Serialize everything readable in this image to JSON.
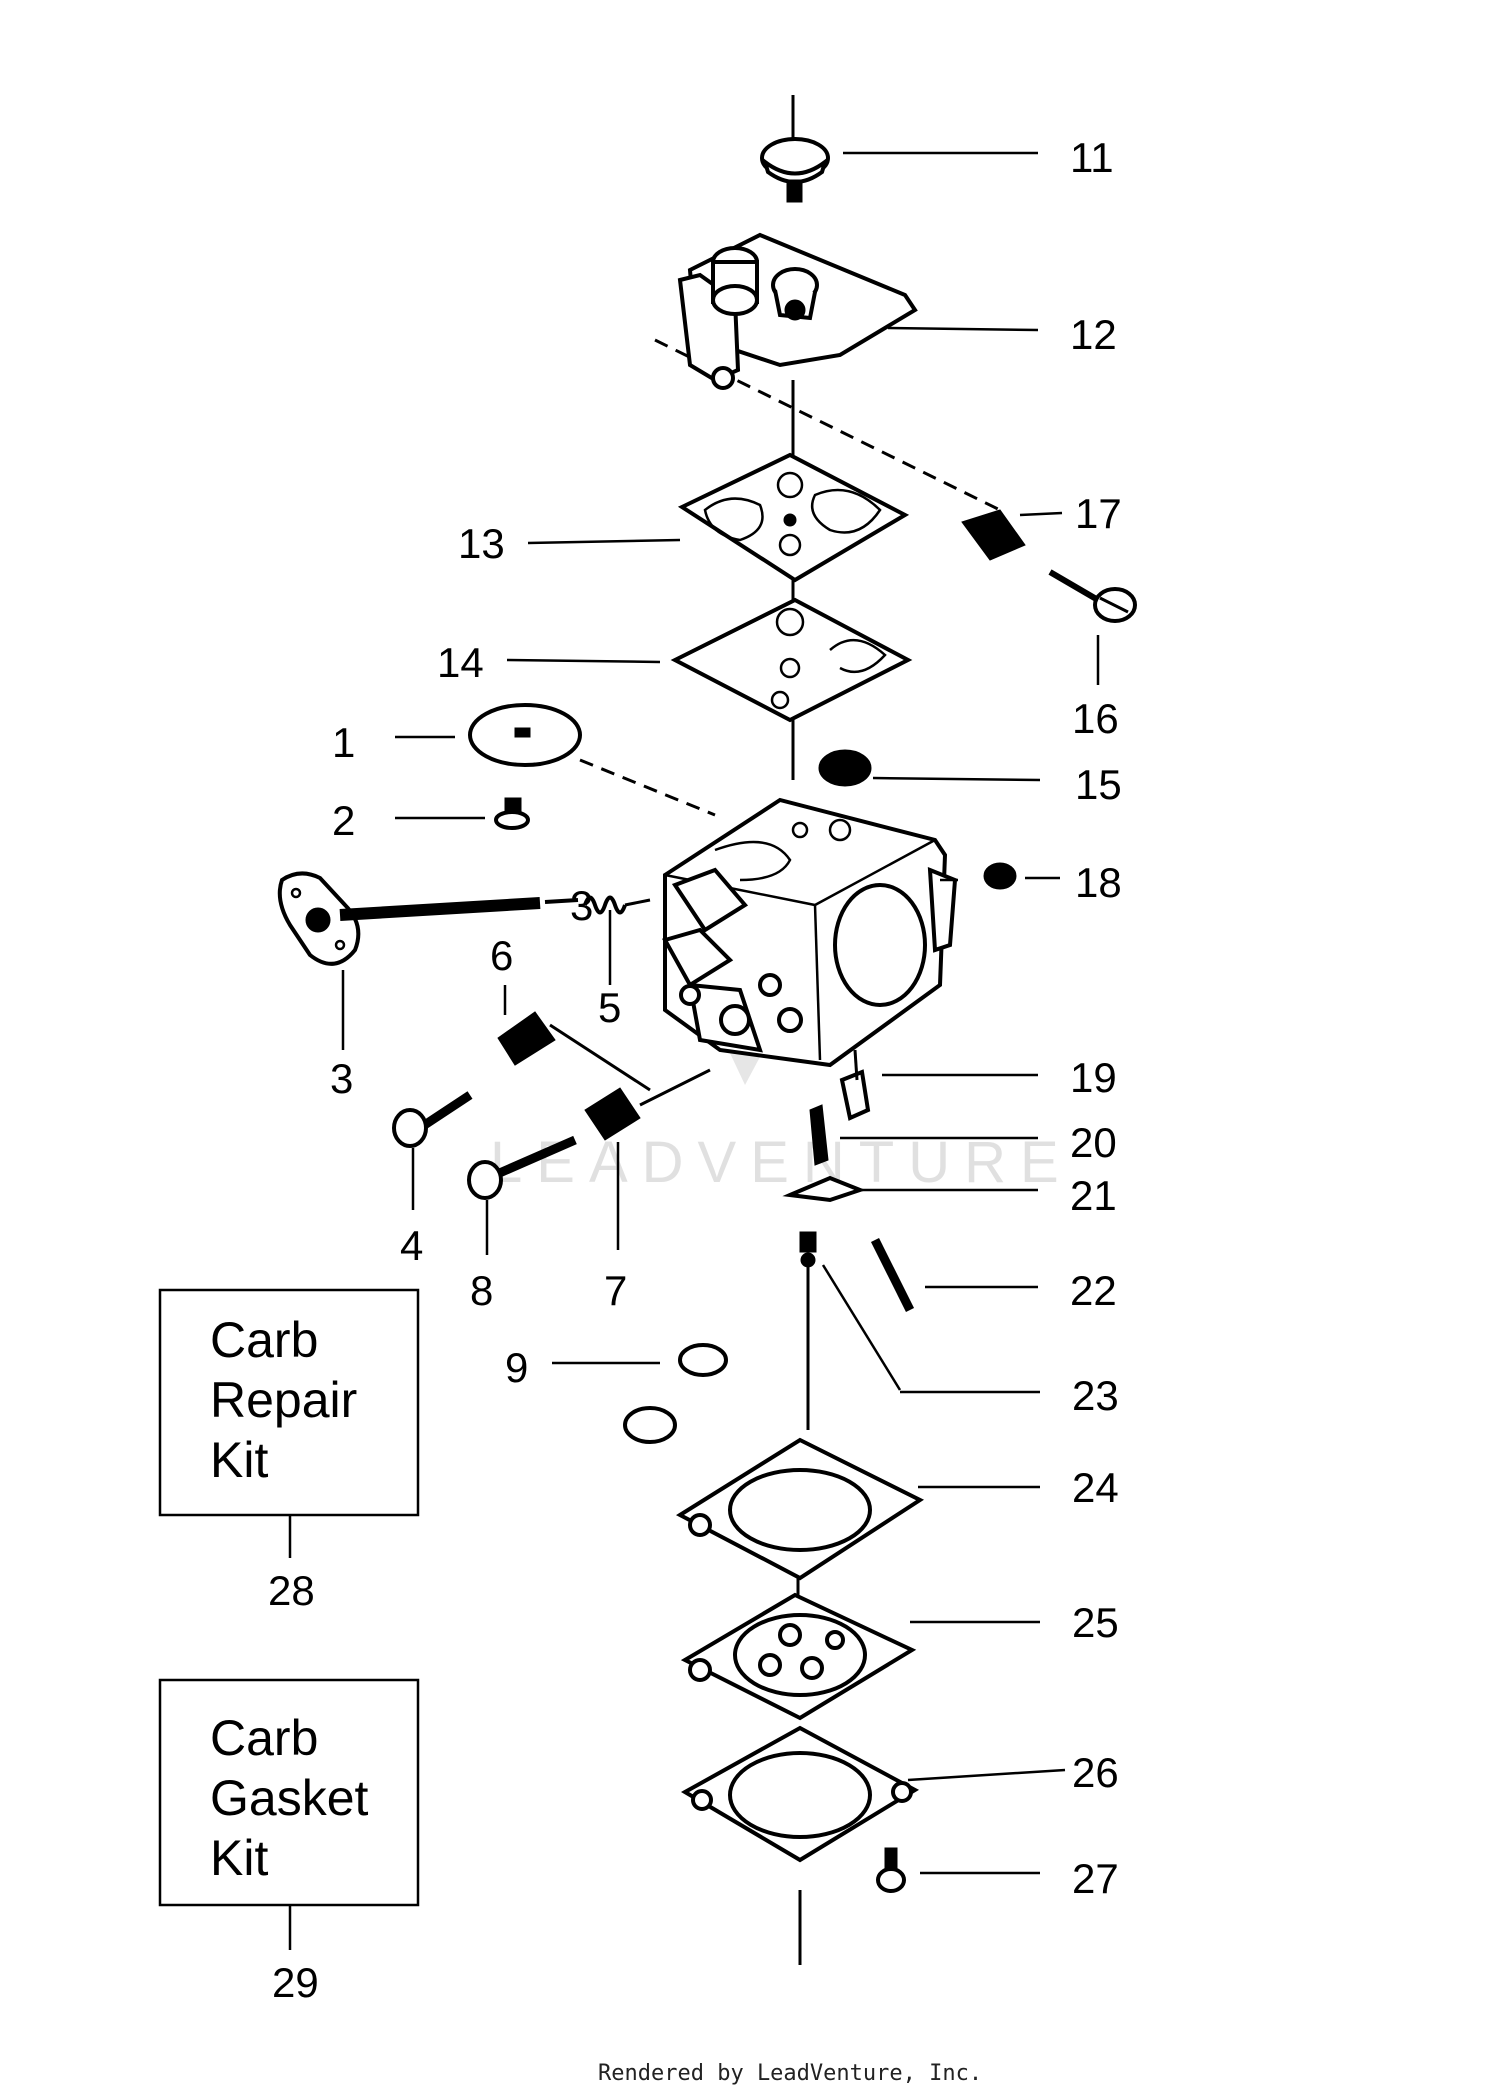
{
  "callouts": [
    "1",
    "2",
    "3",
    "3",
    "4",
    "5",
    "6",
    "7",
    "8",
    "9",
    "11",
    "12",
    "13",
    "14",
    "15",
    "16",
    "17",
    "18",
    "19",
    "20",
    "21",
    "22",
    "23",
    "24",
    "25",
    "26",
    "27",
    "28",
    "29"
  ],
  "kits": {
    "repair": {
      "lines": [
        "Carb",
        "Repair",
        "Kit"
      ]
    },
    "gasket": {
      "lines": [
        "Carb",
        "Gasket",
        "Kit"
      ]
    }
  },
  "watermark": "LEADVENTURE",
  "footer": "Rendered by LeadVenture, Inc."
}
